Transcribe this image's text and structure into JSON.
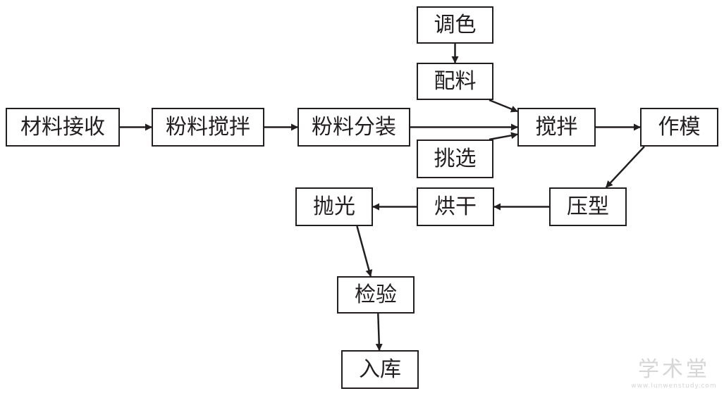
{
  "nodes": {
    "material_receive": "材料接收",
    "powder_mix": "粉料搅拌",
    "powder_pack": "粉料分装",
    "color_adjust": "调色",
    "batching": "配料",
    "selection": "挑选",
    "stirring": "搅拌",
    "mold_making": "作模",
    "pressing": "压型",
    "drying": "烘干",
    "polishing": "抛光",
    "inspection": "检验",
    "warehousing": "入库"
  },
  "edges": [
    [
      "material_receive",
      "powder_mix"
    ],
    [
      "powder_mix",
      "powder_pack"
    ],
    [
      "powder_pack",
      "stirring"
    ],
    [
      "color_adjust",
      "batching"
    ],
    [
      "batching",
      "stirring"
    ],
    [
      "selection",
      "stirring"
    ],
    [
      "stirring",
      "mold_making"
    ],
    [
      "mold_making",
      "pressing"
    ],
    [
      "pressing",
      "drying"
    ],
    [
      "drying",
      "polishing"
    ],
    [
      "polishing",
      "inspection"
    ],
    [
      "inspection",
      "warehousing"
    ]
  ],
  "watermark": {
    "main": "学术堂",
    "sub": "www.lunwenstudy.com"
  },
  "colors": {
    "stroke": "#231f20",
    "watermark": "#d6d6d6"
  }
}
